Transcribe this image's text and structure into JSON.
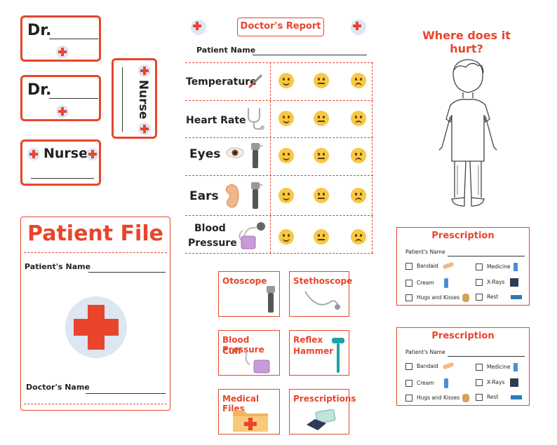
{
  "badges": {
    "dr_label_1": "Dr.",
    "dr_label_2": "Dr.",
    "nurse_label": "Nurse",
    "nurse_vertical_label": "Nurse"
  },
  "patient_file": {
    "title": "Patient File",
    "patient_name_label": "Patient's Name",
    "doctor_name_label": "Doctor's Name"
  },
  "report": {
    "title": "Doctor's Report",
    "patient_name_label": "Patient Name",
    "rows": [
      {
        "label": "Temperature",
        "icon": "thermometer-icon"
      },
      {
        "label": "Heart Rate",
        "icon": "stethoscope-icon"
      },
      {
        "label": "Eyes",
        "icon": "eye-icon"
      },
      {
        "label": "Ears",
        "icon": "ear-icon"
      },
      {
        "label_line1": "Blood",
        "label_line2": "Pressure",
        "icon": "blood-pressure-cuff-icon"
      }
    ]
  },
  "body_chart": {
    "title": "Where does it hurt?"
  },
  "tool_cards": [
    {
      "label": "Otoscope",
      "icon": "otoscope-icon"
    },
    {
      "label": "Stethoscope",
      "icon": "stethoscope-icon"
    },
    {
      "label_line1": "Blood Pressure",
      "label_line2": "Cuff",
      "icon": "blood-pressure-cuff-icon"
    },
    {
      "label_line1": "Reflex",
      "label_line2": "Hammer",
      "icon": "reflex-hammer-icon"
    },
    {
      "label": "Medical Files",
      "icon": "folder-icon"
    },
    {
      "label": "Prescriptions",
      "icon": "prescription-icon"
    }
  ],
  "prescription": {
    "title": "Prescription",
    "patient_name_label": "Patient's Name",
    "items": [
      "Bandaid",
      "Medicine",
      "Cream",
      "X-Rays",
      "Hugs and Kisses",
      "Rest"
    ]
  },
  "colors": {
    "accent": "#e8452c",
    "cross_bg": "#dde6f3",
    "face": "#f7c843"
  }
}
